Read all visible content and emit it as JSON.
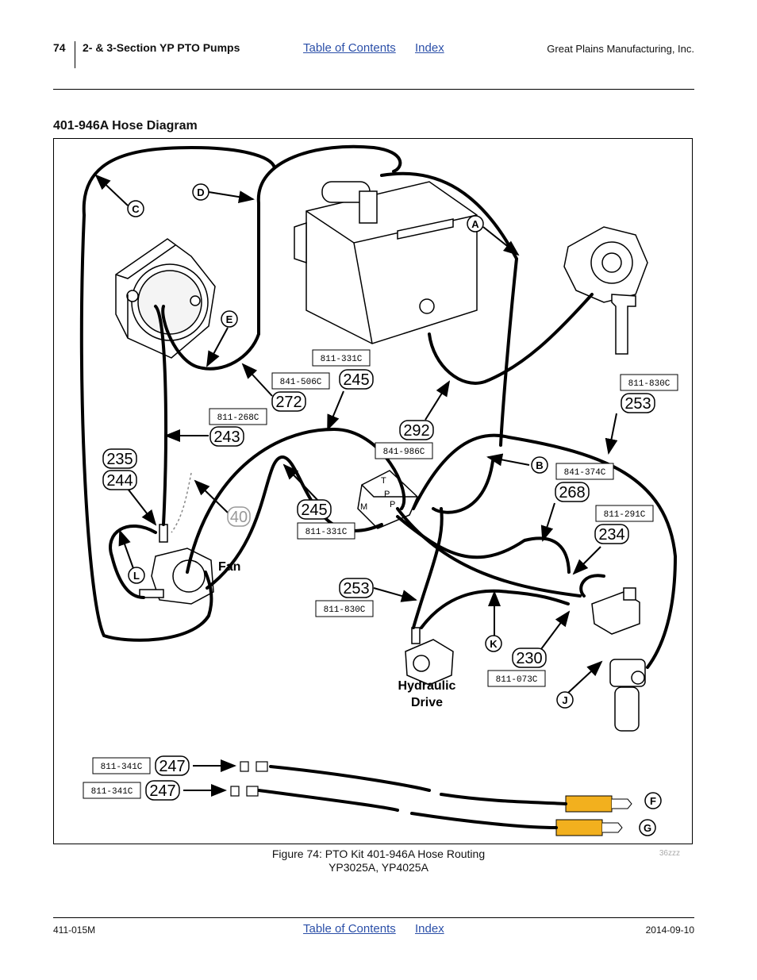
{
  "header": {
    "page_number": "74",
    "section": "2- & 3-Section YP PTO Pumps",
    "toc_link": "Table of Contents",
    "index_link": "Index",
    "company": "Great Plains Manufacturing, Inc."
  },
  "section_title": "401-946A Hose Diagram",
  "diagram": {
    "letters": [
      "A",
      "B",
      "C",
      "D",
      "E",
      "F",
      "G",
      "J",
      "K",
      "L"
    ],
    "labels": {
      "fan": "Fan",
      "hydraulic_drive_1": "Hydraulic",
      "hydraulic_drive_2": "Drive"
    },
    "callouts": {
      "c272": "272",
      "c245a": "245",
      "c243": "243",
      "c235": "235",
      "c244": "244",
      "c40": "40",
      "c245b": "245",
      "c292": "292",
      "c253a": "253",
      "c268": "268",
      "c234": "234",
      "c253b": "253",
      "c230": "230",
      "c247a": "247",
      "c247b": "247"
    },
    "parts": {
      "p811_331C_a": "811-331C",
      "p841_506C": "841-506C",
      "p811_268C": "811-268C",
      "p841_986C": "841-986C",
      "p811_830C_a": "811-830C",
      "p841_374C": "841-374C",
      "p811_291C": "811-291C",
      "p811_331C_b": "811-331C",
      "p811_830C_b": "811-830C",
      "p811_073C": "811-073C",
      "p811_341C_a": "811-341C",
      "p811_341C_b": "811-341C"
    },
    "valve_letters": {
      "t": "T",
      "p1": "P",
      "p2": "P",
      "m": "M"
    }
  },
  "caption": {
    "line1": "Figure 74: PTO Kit 401-946A Hose Routing",
    "line2": "YP3025A, YP4025A"
  },
  "image_code": "36zzz",
  "footer": {
    "doc_number": "411-015M",
    "toc_link": "Table of Contents",
    "index_link": "Index",
    "date": "2014-09-10"
  }
}
